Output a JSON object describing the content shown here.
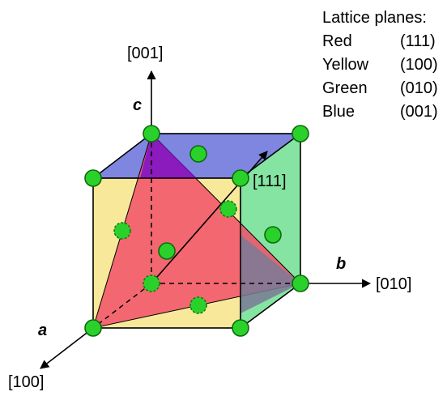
{
  "legend": {
    "title": "Lattice planes:",
    "rows": [
      {
        "color_name": "Red",
        "plane": "(111)"
      },
      {
        "color_name": "Yellow",
        "plane": "(100)"
      },
      {
        "color_name": "Green",
        "plane": "(010)"
      },
      {
        "color_name": "Blue",
        "plane": "(001)"
      }
    ]
  },
  "axes": {
    "a": {
      "name": "a",
      "direction": "[100]"
    },
    "b": {
      "name": "b",
      "direction": "[010]"
    },
    "c": {
      "name": "c",
      "direction": "[001]"
    },
    "diagonal": {
      "direction": "[111]"
    }
  },
  "colors": {
    "red_plane": "#f25a70",
    "yellow_plane": "#f8e89a",
    "green_plane": "#7ee39d",
    "blue_plane": "#7f86df",
    "atom": "#2bd12b",
    "atom_stroke": "#0c7a0c"
  }
}
